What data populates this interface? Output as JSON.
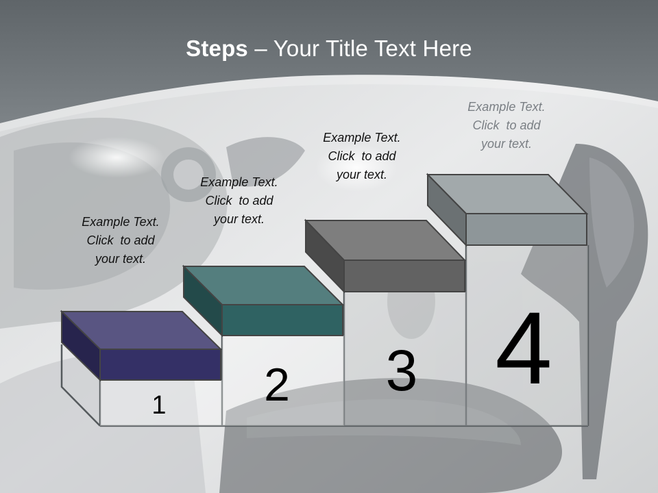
{
  "title": {
    "bold": "Steps",
    "separator": " – ",
    "rest": "Your Title Text Here"
  },
  "steps": [
    {
      "number": "1",
      "color": "#343066",
      "caption": [
        "Example Text.",
        "Click  to add",
        "your text."
      ]
    },
    {
      "number": "2",
      "color": "#2f6262",
      "caption": [
        "Example Text.",
        "Click  to add",
        "your text."
      ]
    },
    {
      "number": "3",
      "color": "#626262",
      "caption": [
        "Example Text.",
        "Click  to add",
        "your text."
      ]
    },
    {
      "number": "4",
      "color": "#8e9699",
      "caption": [
        "Example Text.",
        "Click  to add",
        "your text."
      ]
    }
  ],
  "colors": {
    "header": "#6f7578",
    "background": "#e6e7e8",
    "outline": "#555a5d"
  }
}
